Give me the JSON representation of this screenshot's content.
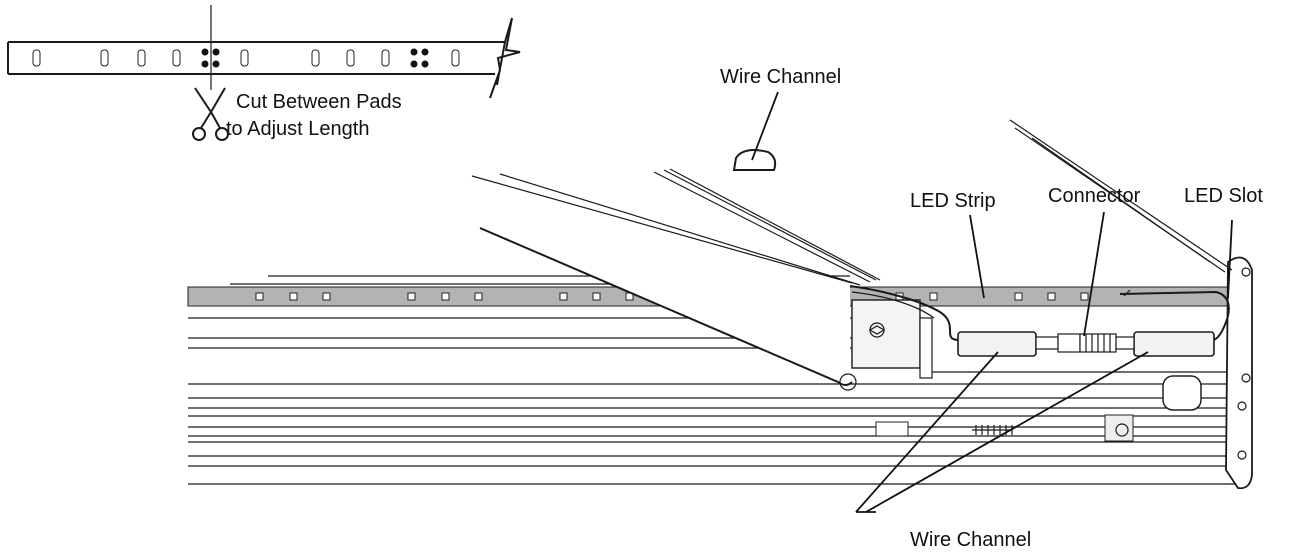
{
  "callouts": {
    "cut_line1": "Cut Between Pads",
    "cut_line2": "to Adjust Length",
    "wire_channel_top": "Wire Channel",
    "led_strip": "LED Strip",
    "connector": "Connector",
    "led_slot": "LED Slot",
    "wire_channel_bottom": "Wire Channel"
  },
  "icons": {
    "scissors": "scissors-icon",
    "break_mark": "zigzag-break-icon"
  },
  "colors": {
    "line": "#1a1a1a",
    "led_strip_fill": "#b3b3b3",
    "channel_fill": "#e9e9e9",
    "background": "#ffffff"
  }
}
